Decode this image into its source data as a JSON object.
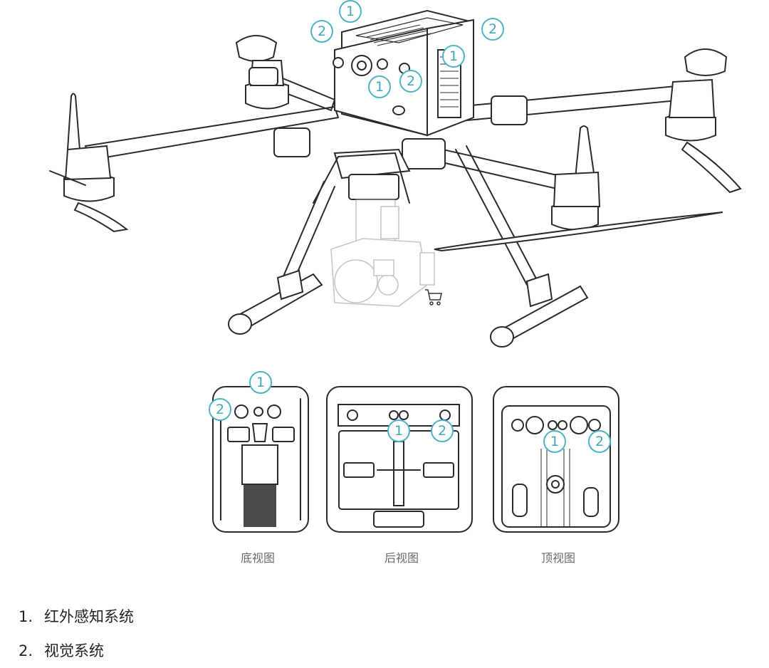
{
  "main_figure": {
    "callouts": [
      "1",
      "2",
      "1",
      "2",
      "1",
      "2"
    ]
  },
  "views": [
    {
      "caption": "底视图",
      "callouts": [
        "1",
        "2"
      ]
    },
    {
      "caption": "后视图",
      "callouts": [
        "1",
        "2"
      ]
    },
    {
      "caption": "顶视图",
      "callouts": [
        "1",
        "2"
      ]
    }
  ],
  "legend": [
    {
      "number": "1.",
      "label": "红外感知系统"
    },
    {
      "number": "2.",
      "label": "视觉系统"
    }
  ],
  "icons": {
    "cart": "shopping-cart-icon"
  },
  "colors": {
    "callout": "#4fb3c4",
    "line": "#2a2a2a",
    "caption": "#6a6a6a"
  }
}
